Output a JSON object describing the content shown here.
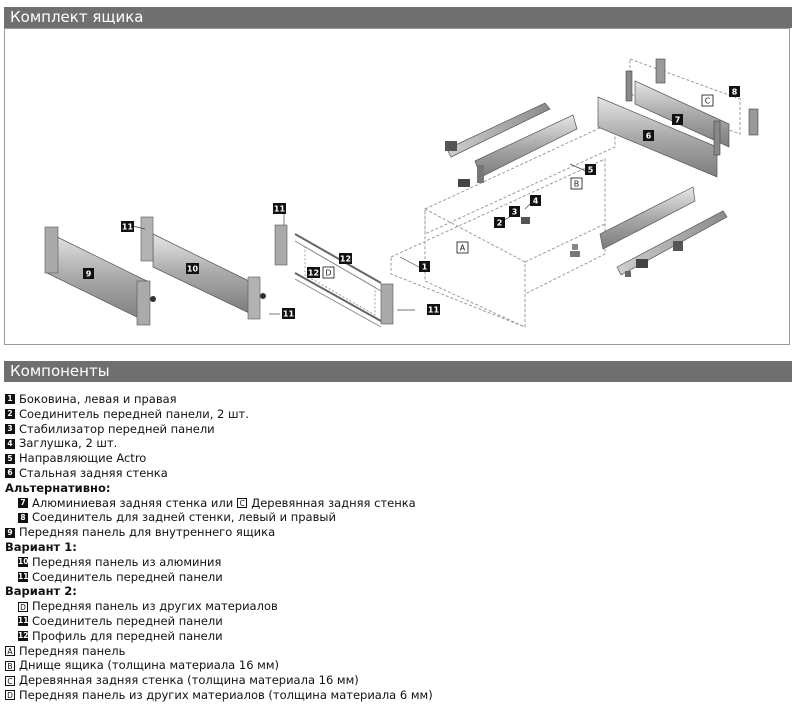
{
  "header_kit": "Комплект ящика",
  "header_components": "Компоненты",
  "diagram": {
    "labels": [
      "1",
      "2",
      "3",
      "4",
      "5",
      "6",
      "7",
      "8",
      "9",
      "10",
      "11",
      "12",
      "A",
      "B",
      "C",
      "D"
    ]
  },
  "components": [
    {
      "type": "item",
      "badge": "1",
      "style": "filled",
      "text": "Боковина, левая и правая",
      "indent": false
    },
    {
      "type": "item",
      "badge": "2",
      "style": "filled",
      "text": "Соединитель передней панели, 2 шт.",
      "indent": false
    },
    {
      "type": "item",
      "badge": "3",
      "style": "filled",
      "text": "Стабилизатор передней панели",
      "indent": false
    },
    {
      "type": "item",
      "badge": "4",
      "style": "filled",
      "text": "Заглушка, 2 шт.",
      "indent": false
    },
    {
      "type": "item",
      "badge": "5",
      "style": "filled",
      "text": "Направляющие Actro",
      "indent": false
    },
    {
      "type": "item",
      "badge": "6",
      "style": "filled",
      "text": "Стальная задняя стенка",
      "indent": false
    },
    {
      "type": "heading",
      "text": "Альтернативно:"
    },
    {
      "type": "item",
      "badge": "7",
      "style": "filled",
      "text": "Алюминиевая задняя стенка или",
      "badge2": "C",
      "style2": "outline",
      "text2": "Деревянная задняя стенка",
      "indent": true
    },
    {
      "type": "item",
      "badge": "8",
      "style": "filled",
      "text": "Соединитель для задней стенки, левый и правый",
      "indent": true
    },
    {
      "type": "item",
      "badge": "9",
      "style": "filled",
      "text": "Передняя панель для внутреннего ящика",
      "indent": false
    },
    {
      "type": "heading",
      "text": "Вариант 1:"
    },
    {
      "type": "item",
      "badge": "10",
      "style": "filled",
      "text": "Передняя панель из алюминия",
      "indent": true
    },
    {
      "type": "item",
      "badge": "11",
      "style": "filled",
      "text": "Соединитель передней панели",
      "indent": true
    },
    {
      "type": "heading",
      "text": "Вариант 2:"
    },
    {
      "type": "item",
      "badge": "D",
      "style": "outline",
      "text": "Передняя панель из других материалов",
      "indent": true
    },
    {
      "type": "item",
      "badge": "11",
      "style": "filled",
      "text": "Соединитель передней панели",
      "indent": true
    },
    {
      "type": "item",
      "badge": "12",
      "style": "filled",
      "text": "Профиль для передней панели",
      "indent": true
    },
    {
      "type": "item",
      "badge": "A",
      "style": "outline",
      "text": "Передняя панель",
      "indent": false
    },
    {
      "type": "item",
      "badge": "B",
      "style": "outline",
      "text": "Днище ящика (толщина материала 16 мм)",
      "indent": false
    },
    {
      "type": "item",
      "badge": "C",
      "style": "outline",
      "text": "Деревянная задняя стенка (толщина материала 16 мм)",
      "indent": false
    },
    {
      "type": "item",
      "badge": "D",
      "style": "outline",
      "text": "Передняя панель из других материалов (толщина материала 6 мм)",
      "indent": false
    }
  ]
}
